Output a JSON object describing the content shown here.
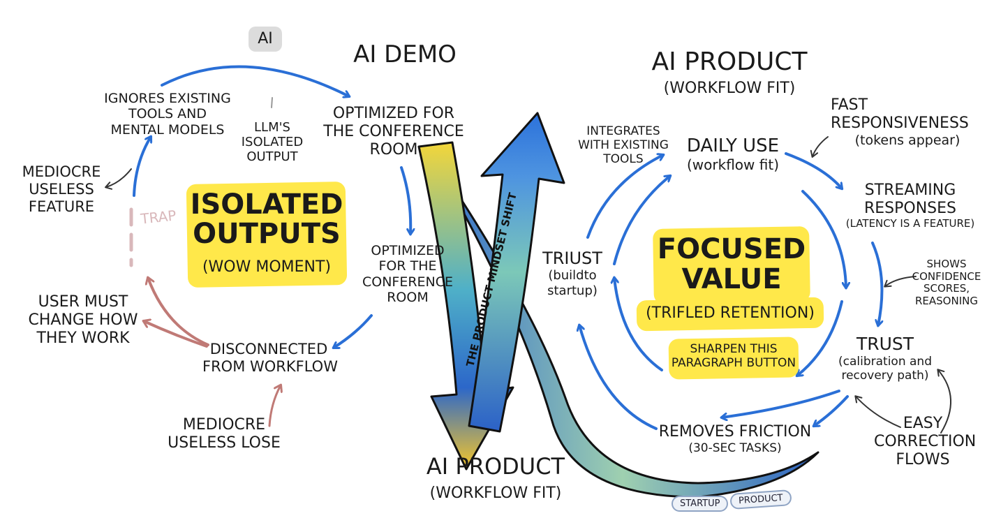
{
  "colors": {
    "arrow_blue": "#2a6fd6",
    "trap_red": "#c07a76",
    "highlight": "#ffe84a",
    "ink": "#1a1a1a",
    "pill_border": "#8fa4c4"
  },
  "left": {
    "ai_tag": "AI",
    "title": "AI DEMO",
    "ignores": [
      "IGNORES EXISTING",
      "TOOLS AND",
      "MENTAL MODELS"
    ],
    "llm": [
      "LLM'S",
      "ISOLATED",
      "OUTPUT"
    ],
    "optimized_top": [
      "OPTIMIZED FOR",
      "THE CONFERENCE",
      "ROOM"
    ],
    "mediocre_feature": [
      "MEDIOCRE",
      "USELESS",
      "FEATURE"
    ],
    "trap": "TRAP",
    "center_title": [
      "ISOLATED",
      "OUTPUTS"
    ],
    "center_sub": "(WOW MOMENT)",
    "optimized_mid": [
      "OPTIMIZED",
      "FOR THE",
      "CONFERENCE",
      "ROOM"
    ],
    "user_must": [
      "USER MUST",
      "CHANGE HOW",
      "THEY WORK"
    ],
    "disconnected": [
      "DISCONNECTED",
      "FROM WORKFLOW"
    ],
    "mediocre_lose": [
      "MEDIOCRE",
      "USELESS LOSE"
    ]
  },
  "center": {
    "shift_label": "THE PRODUCT MINDSET SHIFT",
    "bottom_title": "AI PRODUCT",
    "bottom_sub": "(WORKFLOW FIT)"
  },
  "right": {
    "title": "AI PRODUCT",
    "subtitle": "(WORKFLOW FIT)",
    "fast": [
      "FAST",
      "RESPONSIVENESS",
      "(tokens appear)"
    ],
    "integrates": [
      "INTEGRATES",
      "WITH EXISTING",
      "TOOLS"
    ],
    "daily": [
      "DAILY USE",
      "(workflow fit)"
    ],
    "streaming": [
      "STREAMING",
      "RESPONSES",
      "(LATENCY IS A FEATURE)"
    ],
    "triust": [
      "TRIUST",
      "(buildto",
      "startup)"
    ],
    "center_title": [
      "FOCUSED",
      "VALUE"
    ],
    "center_sub": "(TRIFLED RETENTION)",
    "shows": [
      "SHOWS",
      "CONFIDENCE",
      "SCORES,",
      "REASONING"
    ],
    "sharpen": [
      "SHARPEN THIS",
      "PARAGRAPH BUTTON"
    ],
    "trust": [
      "TRUST",
      "(calibration and",
      "recovery path)"
    ],
    "removes": [
      "REMOVES FRICTION",
      "(30-SEC TASKS)"
    ],
    "easy": [
      "EASY",
      "CORRECTION",
      "FLOWS"
    ],
    "pill_startup": "STARTUP",
    "pill_product": "PRODUCT"
  }
}
